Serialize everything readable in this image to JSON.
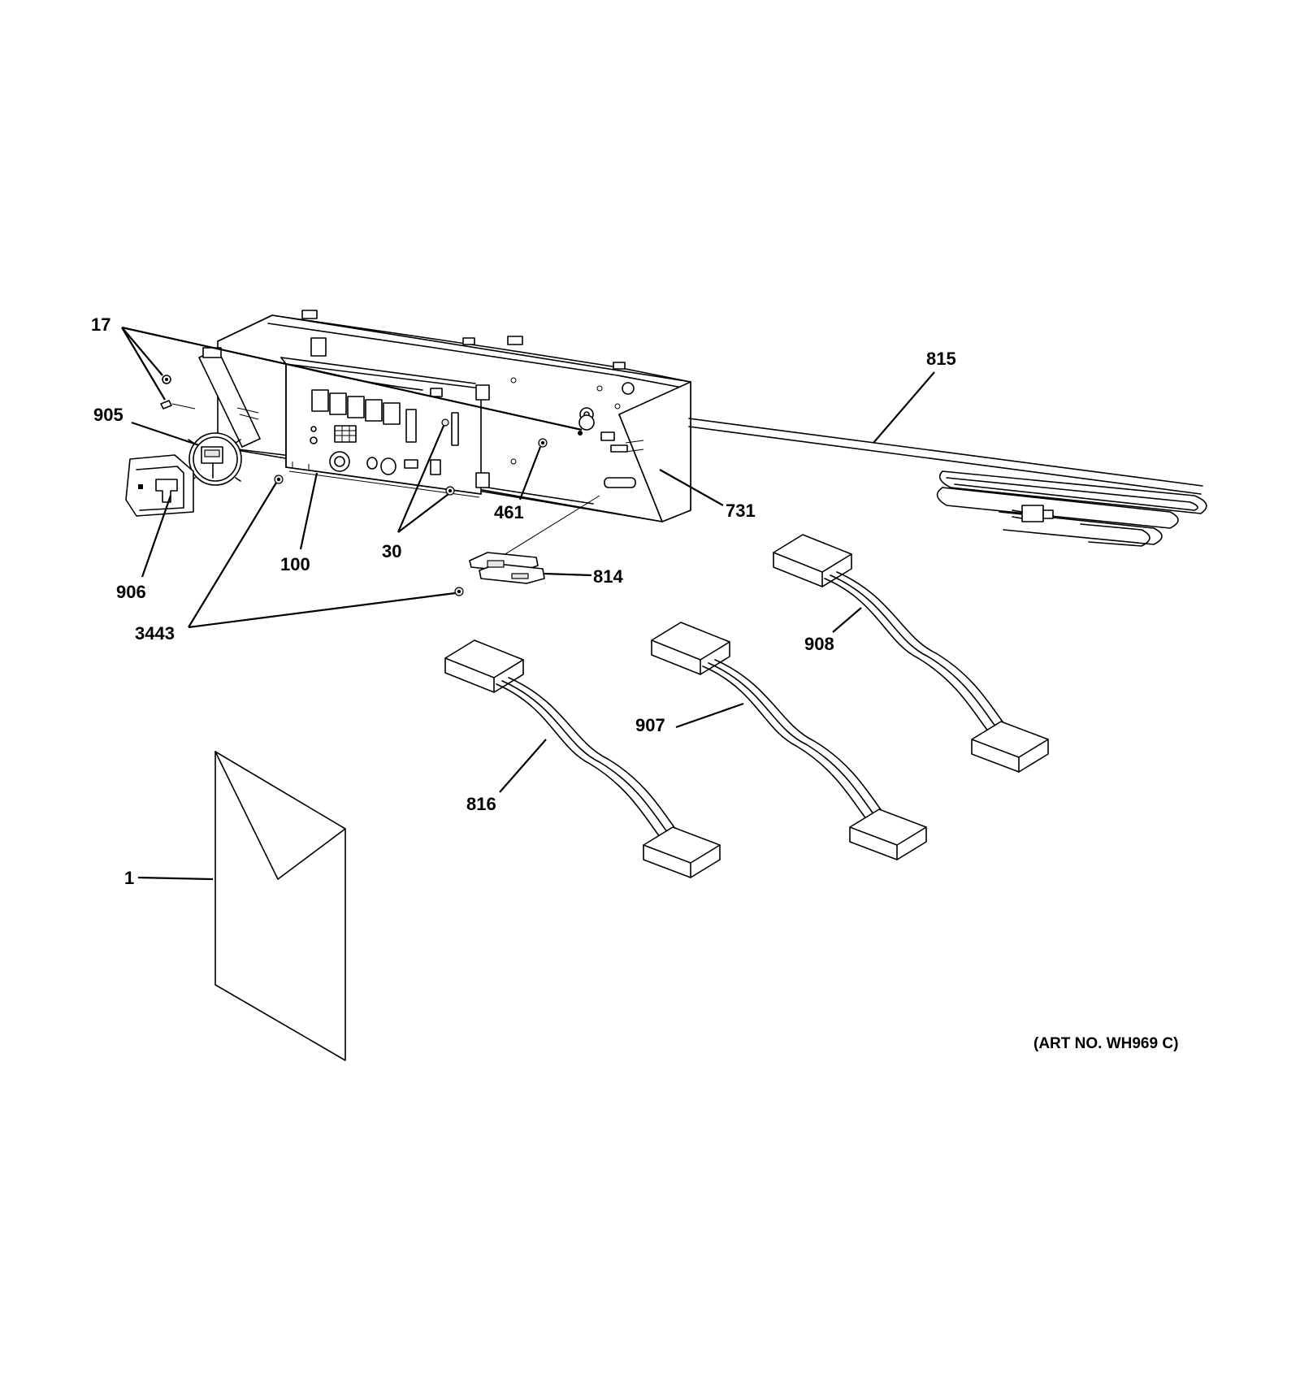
{
  "art_number": "(ART NO. WH969 C)",
  "callouts": {
    "c17": "17",
    "c905": "905",
    "c906": "906",
    "c100": "100",
    "c3443": "3443",
    "c30": "30",
    "c461": "461",
    "c731": "731",
    "c814": "814",
    "c815": "815",
    "c908": "908",
    "c907": "907",
    "c816": "816",
    "c1": "1"
  }
}
